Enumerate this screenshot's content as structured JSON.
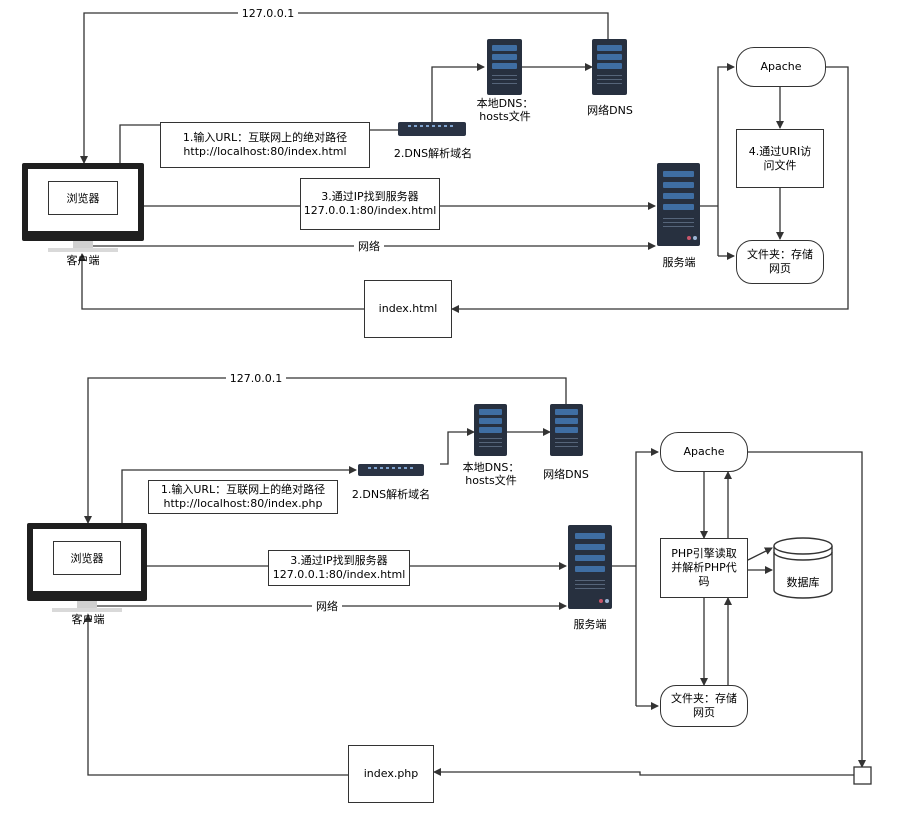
{
  "diagram1": {
    "localhost_line_label": "127.0.0.1",
    "browser_label": "浏览器",
    "client_label": "客户端",
    "input_url_box": "1.输入URL：互联网上的绝对路径\nhttp://localhost:80/index.html",
    "dns_resolve_label": "2.DNS解析域名",
    "local_dns_label": "本地DNS：\nhosts文件",
    "network_dns_label": "网络DNS",
    "find_server_box": "3.通过IP找到服务器\n127.0.0.1:80/index.html",
    "network_label": "网络",
    "server_label": "服务端",
    "apache_label": "Apache",
    "access_file_box": "4.通过URI访\n问文件",
    "folder_box": "文件夹：存储\n网页",
    "result_box": "index.html"
  },
  "diagram2": {
    "localhost_line_label": "127.0.0.1",
    "browser_label": "浏览器",
    "client_label": "客户端",
    "input_url_box": "1.输入URL：互联网上的绝对路径\nhttp://localhost:80/index.php",
    "dns_resolve_label": "2.DNS解析域名",
    "local_dns_label": "本地DNS：\nhosts文件",
    "network_dns_label": "网络DNS",
    "find_server_box": "3.通过IP找到服务器\n127.0.0.1:80/index.html",
    "network_label": "网络",
    "server_label": "服务端",
    "apache_label": "Apache",
    "php_engine_box": "PHP引擎读取\n并解析PHP代\n码",
    "database_label": "数据库",
    "folder_box": "文件夹：存储\n网页",
    "result_box": "index.php"
  },
  "colors": {
    "line": "#333333",
    "server_dark": "#27303f",
    "server_accent": "#3f6ea3",
    "monitor": "#1f1f1f"
  }
}
